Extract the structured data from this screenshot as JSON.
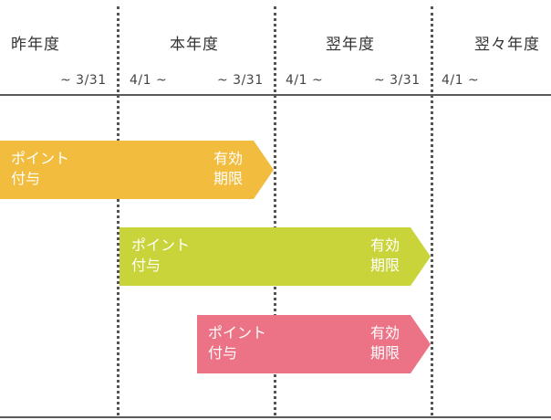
{
  "columns": [
    {
      "title": "昨年度",
      "start": "",
      "end": "~ 3/31"
    },
    {
      "title": "本年度",
      "start": "4/1 ~",
      "end": "~ 3/31"
    },
    {
      "title": "翌年度",
      "start": "4/1 ~",
      "end": "~ 3/31"
    },
    {
      "title": "翌々年度",
      "start": "4/1 ~",
      "end": ""
    }
  ],
  "bands": [
    {
      "start_lines": [
        "ポイント",
        "付与"
      ],
      "end_lines": [
        "有効",
        "期限"
      ],
      "color": "#f2bd3f"
    },
    {
      "start_lines": [
        "ポイント",
        "付与"
      ],
      "end_lines": [
        "有効",
        "期限"
      ],
      "color": "#c9d43a"
    },
    {
      "start_lines": [
        "ポイント",
        "付与"
      ],
      "end_lines": [
        "有効",
        "期限"
      ],
      "color": "#ec7386"
    }
  ]
}
